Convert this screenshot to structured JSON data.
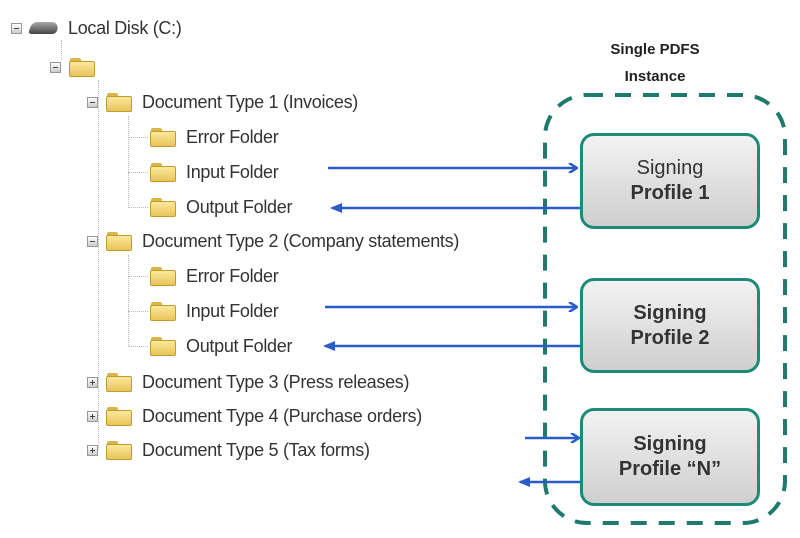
{
  "tree": {
    "root": "Local Disk (C:)",
    "doc_types": [
      {
        "label": "Document Type 1 (Invoices)",
        "expanded": true,
        "children": [
          "Error Folder",
          "Input Folder",
          "Output Folder"
        ]
      },
      {
        "label": "Document Type 2 (Company statements)",
        "expanded": true,
        "children": [
          "Error Folder",
          "Input Folder",
          "Output Folder"
        ]
      },
      {
        "label": "Document Type 3 (Press releases)",
        "expanded": false
      },
      {
        "label": "Document Type 4 (Purchase orders)",
        "expanded": false
      },
      {
        "label": "Document Type 5 (Tax forms)",
        "expanded": false
      }
    ]
  },
  "instance": {
    "title_line1": "Single PDFS",
    "title_line2": "Instance",
    "profiles": [
      {
        "line1": "Signing",
        "line2": "Profile 1"
      },
      {
        "line1": "Signing",
        "line2": "Profile 2"
      },
      {
        "line1": "Signing",
        "line2": "Profile “N”"
      }
    ]
  },
  "colors": {
    "arrow": "#2a5cc8",
    "teal": "#1e8a78"
  }
}
